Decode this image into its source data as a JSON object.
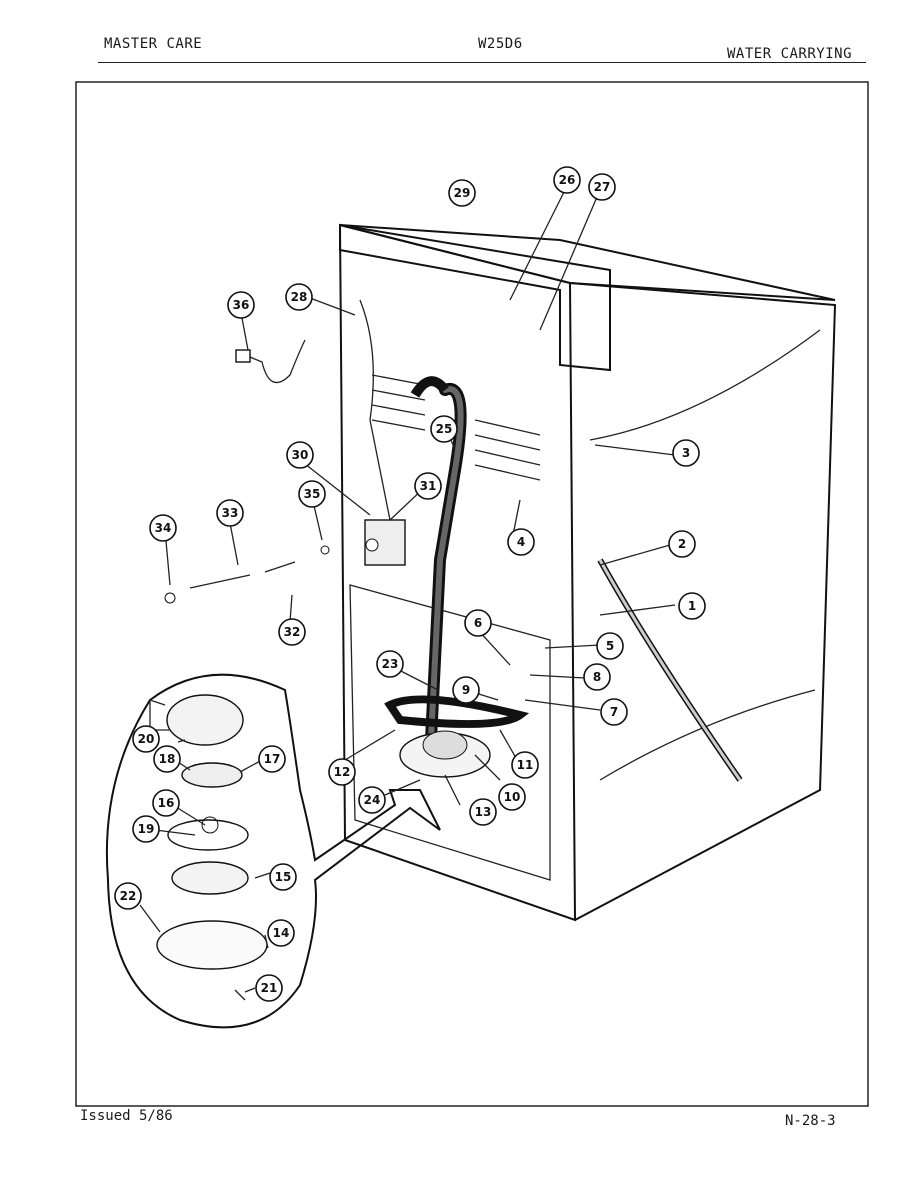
{
  "header": {
    "left": "MASTER CARE",
    "center": "W25D6",
    "right": "WATER CARRYING"
  },
  "footer": {
    "left": "Issued 5/86",
    "right": "N-28-3"
  },
  "callouts": [
    "1",
    "2",
    "3",
    "4",
    "5",
    "6",
    "7",
    "8",
    "9",
    "10",
    "11",
    "12",
    "13",
    "14",
    "15",
    "16",
    "17",
    "18",
    "19",
    "20",
    "21",
    "22",
    "23",
    "24",
    "25",
    "26",
    "27",
    "28",
    "29",
    "30",
    "31",
    "32",
    "33",
    "34",
    "35",
    "36"
  ]
}
